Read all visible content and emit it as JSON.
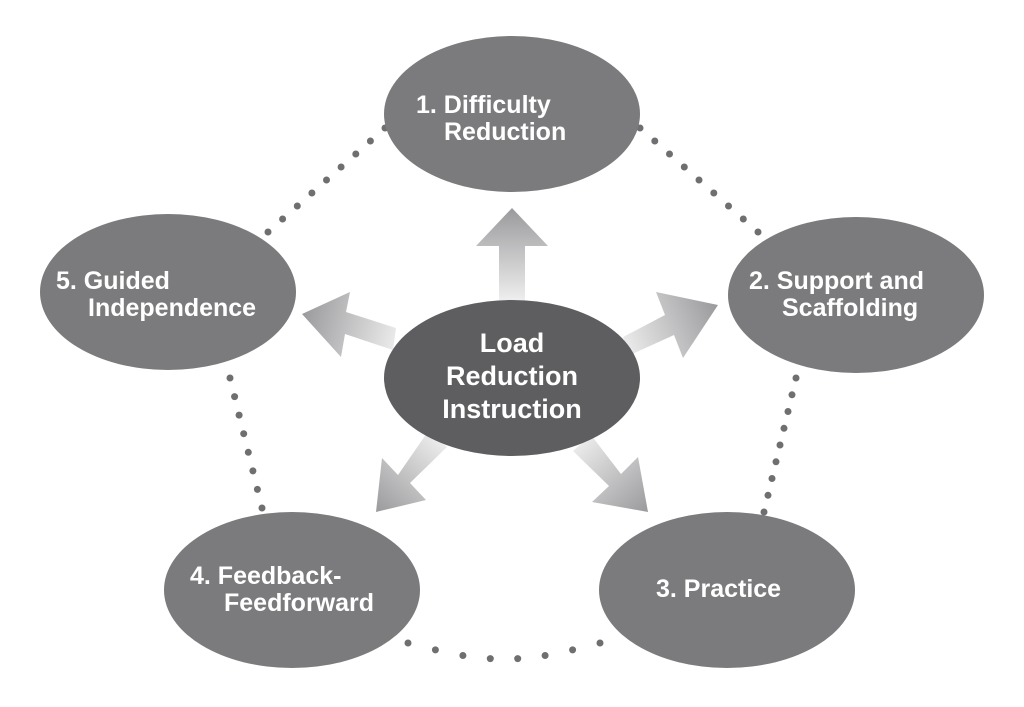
{
  "diagram": {
    "center": {
      "lines": [
        "Load",
        "Reduction",
        "Instruction"
      ]
    },
    "nodes": [
      {
        "id": "difficulty-reduction",
        "lines": [
          "1. Difficulty",
          "Reduction"
        ]
      },
      {
        "id": "support-scaffolding",
        "lines": [
          "2. Support and",
          "Scaffolding"
        ]
      },
      {
        "id": "practice",
        "lines": [
          "3. Practice"
        ]
      },
      {
        "id": "feedback-feedforward",
        "lines": [
          "4. Feedback-",
          "Feedforward"
        ]
      },
      {
        "id": "guided-independence",
        "lines": [
          "5. Guided",
          "Independence"
        ]
      }
    ],
    "colors": {
      "node_fill": "#7b7b7d",
      "center_fill": "#5e5e60",
      "text": "#ffffff",
      "dots": "#6f6f71",
      "arrow_light": "#eeeeef",
      "arrow_dark": "#9a9a9c"
    }
  }
}
